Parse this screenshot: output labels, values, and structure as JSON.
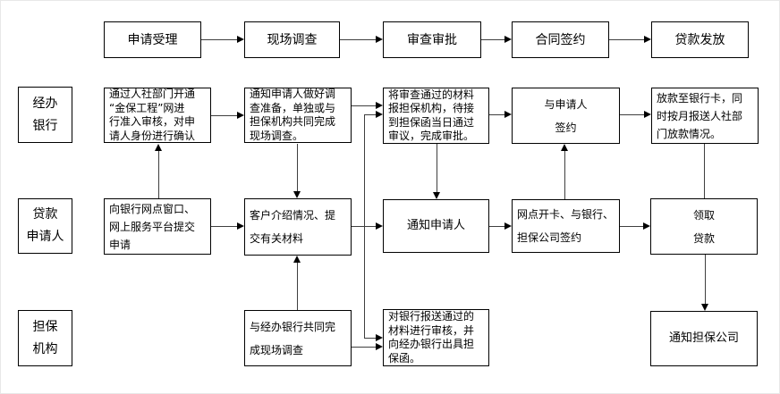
{
  "top_steps": {
    "s1": "申请受理",
    "s2": "现场调查",
    "s3": "审查审批",
    "s4": "合同签约",
    "s5": "贷款发放"
  },
  "lane_labels": {
    "bank": "经办\n银行",
    "applicant": "贷款\n申请人",
    "guarantor": "担保\n机构"
  },
  "bank": {
    "verify_identity": "通过人社部门开通\n“金保工程”网进\n行准入审核，对申\n请人身份进行确认",
    "notify_survey": "通知申请人做好调\n查准备，单独或与\n担保机构共同完成\n现场调查。",
    "submit_for_approval": "将审查通过的材料\n报担保机构，待接\n到担保函当日通过\n审议，完成审批。",
    "sign_with_applicant": "与申请人\n签约",
    "disburse": "放款至银行卡，同\n时按月报送人社部\n门放款情况。"
  },
  "applicant": {
    "apply": "向银行网点窗口、\n网上服务平台提交\n申请",
    "introduce": "客户介绍情况、提\n交有关材料",
    "notified": "通知申请人",
    "open_card_sign": "网点开卡、与银行、\n担保公司签约",
    "receive_loan": "领取\n贷款"
  },
  "guarantor": {
    "joint_survey": "与经办银行共同完\n成现场调查",
    "review_issue_letter": "对银行报送通过的\n材料进行审核，并\n向经办银行出具担\n保函。",
    "notified": "通知担保公司"
  },
  "colors": {
    "background": "#ffffff",
    "box_border": "#000000",
    "text": "#000000",
    "connector": "#3f3f3f"
  }
}
